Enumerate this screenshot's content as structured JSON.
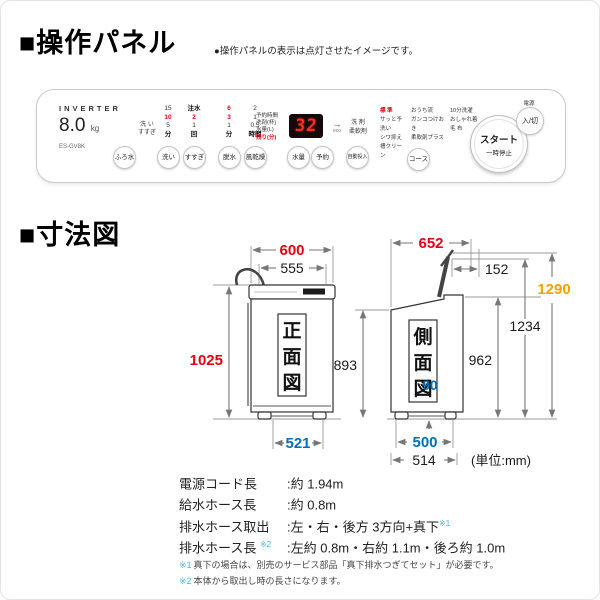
{
  "colors": {
    "red": "#e60012",
    "orange": "#f6a100",
    "blue": "#0070b9",
    "cyan": "#45b8dc",
    "led": "#ff2d1e"
  },
  "page": {
    "section1_title": "■操作パネル",
    "section1_note": "●操作パネルの表示は点灯させたイメージです。",
    "section2_title": "■寸法図"
  },
  "panel": {
    "brand": "INVERTER",
    "capacity": "8.0",
    "capacity_unit": "kg",
    "model": "ES-GV8K",
    "furo": {
      "labels": [
        "洗 い",
        "すすぎ"
      ],
      "button": "ふろ水"
    },
    "wash": {
      "options": [
        "15",
        "10",
        "5",
        "分"
      ],
      "button": "洗い"
    },
    "rinse": {
      "options": [
        "注水",
        "2",
        "1",
        "回"
      ],
      "button": "すすぎ"
    },
    "spin": {
      "options": [
        "6",
        "3",
        "1",
        "分"
      ],
      "button": "脱水"
    },
    "dry": {
      "options": [
        "2",
        "1",
        "0.5",
        "時間"
      ],
      "button": "風乾燥"
    },
    "display": {
      "labels": [
        "予約時間",
        "洗剤(杯)",
        "水量(L)",
        "残り(分)"
      ],
      "value": "32",
      "eco": "eco"
    },
    "water_button": "水量",
    "reserve_button": "予約",
    "dispense_labels": [
      "洗 剤",
      "柔軟剤"
    ],
    "dispense_button": "自動投入",
    "course": {
      "col1": [
        "標 準",
        "サッと予洗い",
        "シワ抑え",
        "槽クリーン"
      ],
      "col2": [
        "おうち流",
        "ガンコつけおき",
        "柔軟剤プラス"
      ],
      "col3": [
        "10分洗濯",
        "おしゃれ着",
        "毛 布"
      ],
      "button": "コース"
    },
    "start_button": {
      "line1": "スタート",
      "line2": "一時停止"
    },
    "power_label": "電源",
    "power_button": "入/切"
  },
  "dims": {
    "unit": "(単位:mm)",
    "front": {
      "title1": "正",
      "title2": "面",
      "title3": "図",
      "width_outer": "600",
      "width_inner": "555",
      "height": "1025",
      "width_base": "521"
    },
    "side": {
      "title1": "側",
      "title2": "面",
      "title3": "図",
      "width_outer": "652",
      "lid_offset": "152",
      "height_total": "1290",
      "height_lid": "1234",
      "height_open": "962",
      "height_body": "893",
      "base_clearance": "90",
      "width_base": "500",
      "depth": "514"
    }
  },
  "specs": {
    "rows": [
      {
        "label": "電源コード長",
        "label_sup": "",
        "value": ":約 1.94m",
        "value_sup": ""
      },
      {
        "label": "給水ホース長",
        "label_sup": "",
        "value": ":約 0.8m",
        "value_sup": ""
      },
      {
        "label": "排水ホース取出",
        "label_sup": "",
        "value": ":左・右・後方 3方向+真下",
        "value_sup": "※1"
      },
      {
        "label": "排水ホース長 ",
        "label_sup": "※2",
        "value": ":左約 0.8m・右約 1.1m・後ろ約 1.0m",
        "value_sup": ""
      }
    ],
    "notes": [
      {
        "mark": "※1",
        "text": "真下の場合は、別売のサービス部品「真下排水つぎてセット」が必要です。"
      },
      {
        "mark": "※2",
        "text": "本体から取出し時の長さになります。"
      }
    ]
  }
}
